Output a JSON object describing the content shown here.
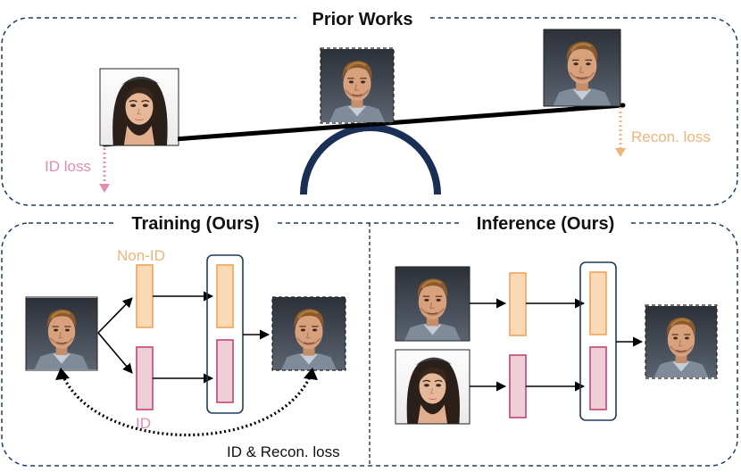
{
  "sections": {
    "prior": {
      "title": "Prior Works"
    },
    "training": {
      "title": "Training (Ours)"
    },
    "inference": {
      "title": "Inference (Ours)"
    }
  },
  "labels": {
    "id_loss": "ID loss",
    "recon_loss": "Recon. loss",
    "non_id": "Non-ID",
    "id": "ID",
    "combined_loss": "ID & Recon. loss"
  },
  "colors": {
    "border": "#1f3b63",
    "orange_stroke": "#f0a45a",
    "orange_fill": "#fad9b5",
    "pink_stroke": "#c2447a",
    "pink_fill": "#efcfd6",
    "id_text": "#e58bb0",
    "recon_text": "#f2b27a",
    "arch": "#1a2f55"
  },
  "images": {
    "woman_face": "woman-face-photo",
    "man_face": "man-face-photo"
  }
}
